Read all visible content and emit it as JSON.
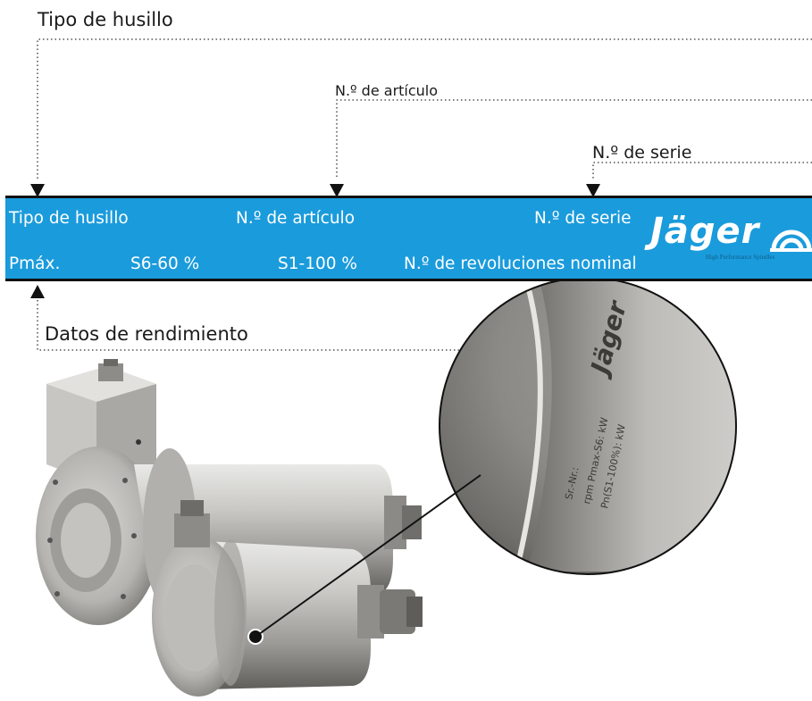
{
  "callouts": {
    "tipo": "Tipo de husillo",
    "articulo": "N.º de artículo",
    "serie": "N.º de serie",
    "datos": "Datos de rendimiento"
  },
  "plate": {
    "row1": {
      "tipo": "Tipo de husillo",
      "articulo": "N.º de artículo",
      "serie": "N.º de serie"
    },
    "row2": {
      "pmax": "Pmáx.",
      "s6": "S6-60 %",
      "s1": "S1-100 %",
      "revoluciones": "N.º de revoluciones nominal"
    },
    "brand": "Jäger",
    "tagline": "High Performance Spindles",
    "color": "#1a9bdc"
  },
  "spindle_engraving": {
    "brand": "Jäger",
    "line1": "Sr.-Nr.:",
    "line2": "rpm Pmax-S6:     kW",
    "line3": "Pn(S1-100%):     kW"
  },
  "icons": [
    "arrow-down-icon",
    "arrow-up-icon",
    "jager-logo-arc-icon"
  ]
}
